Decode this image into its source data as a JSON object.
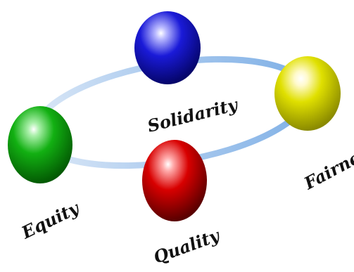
{
  "diagram": {
    "type": "cycle",
    "nodes": [
      {
        "id": "solidarity",
        "label": "Solidarity",
        "color": "#1a1ad8"
      },
      {
        "id": "fairness",
        "label": "Fairness",
        "color": "#e0e000"
      },
      {
        "id": "quality",
        "label": "Quality",
        "color": "#d80000"
      },
      {
        "id": "equity",
        "label": "Equity",
        "color": "#12b012"
      }
    ],
    "ring_color": "#9cc3ec"
  }
}
